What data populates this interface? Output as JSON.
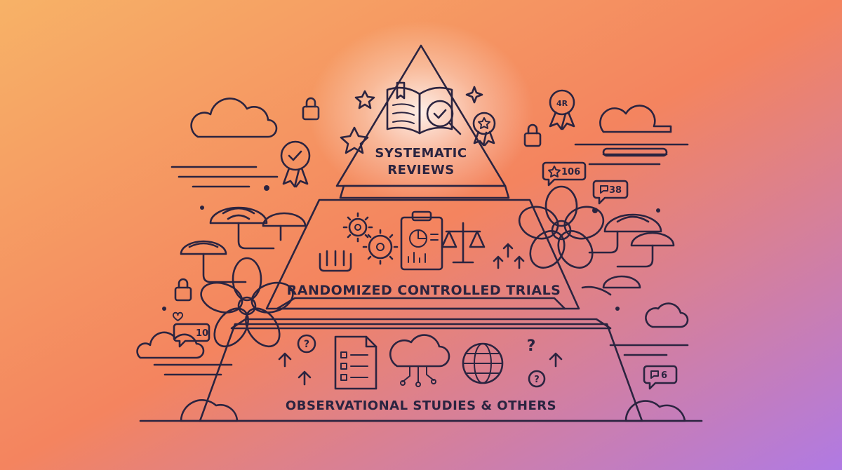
{
  "pyramid": {
    "top": {
      "line1": "SYSTEMATIC",
      "line2": "REVIEWS"
    },
    "middle": {
      "label": "RANDOMIZED CONTROLLED TRIALS"
    },
    "bottom": {
      "label": "OBSERVATIONAL STUDIES & OTHERS"
    }
  },
  "badges": {
    "stars": "106",
    "comments_top": "38",
    "likes": "10",
    "comments_bottom": "6",
    "award": "4R"
  },
  "colors": {
    "bg_top_left": "#f7b267",
    "bg_mid": "#f4845f",
    "bg_bottom_right": "#b07ae3",
    "top_tier": "#b79cf0",
    "middle_tier": "#fbb874",
    "bottom_tier": "#f9a98a",
    "outline": "#2b2440",
    "accent_pink": "#f5847a"
  },
  "icons": [
    "open-book-icon",
    "magnifier-check-icon",
    "award-ribbon-icon",
    "star-icon",
    "gear-icon",
    "clipboard-chart-icon",
    "scales-icon",
    "test-tubes-icon",
    "arrows-up-icon",
    "checklist-document-icon",
    "cloud-network-icon",
    "globe-icon",
    "question-mark-icon",
    "padlock-icon",
    "flower-icon",
    "cloud-icon"
  ]
}
